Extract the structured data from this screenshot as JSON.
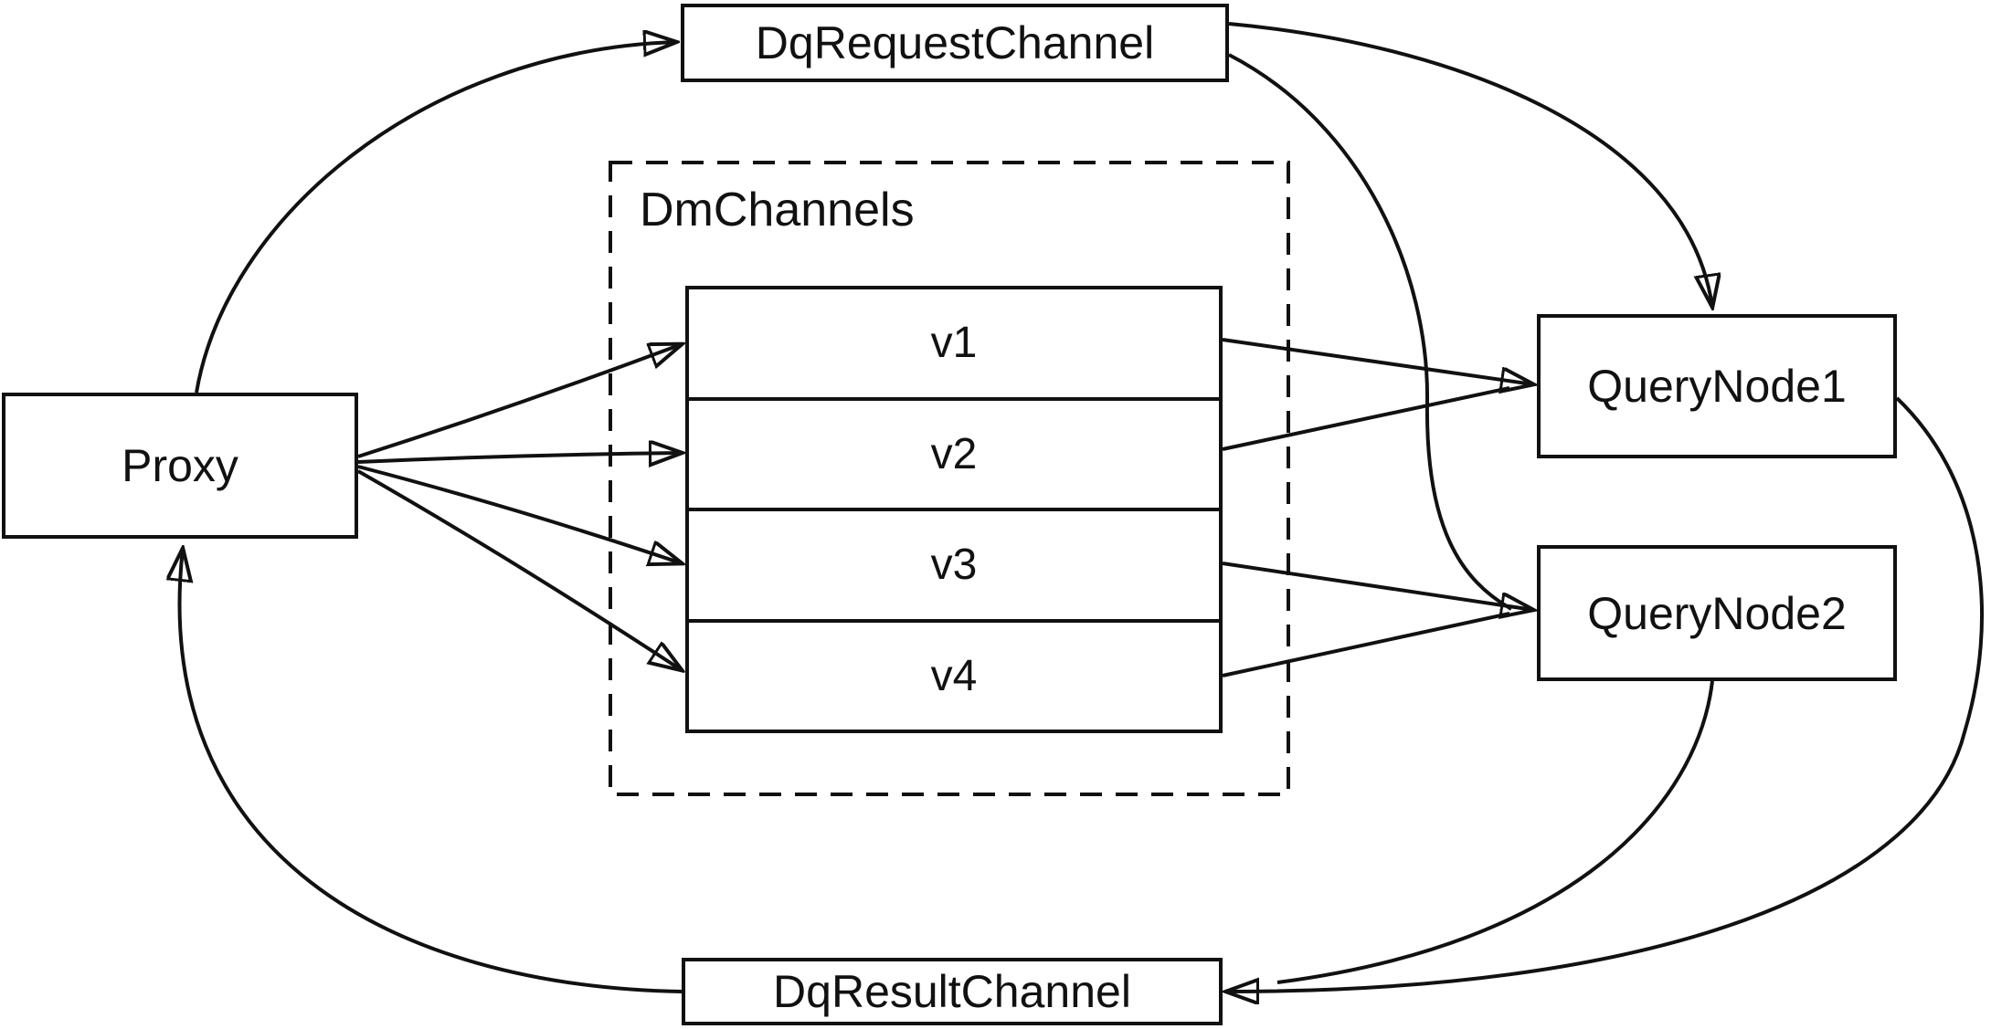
{
  "diagram": {
    "background_color": "#ffffff",
    "line_color": "#111111",
    "nodes": {
      "proxy": {
        "label": "Proxy"
      },
      "dq_request_channel": {
        "label": "DqRequestChannel"
      },
      "dm_channels_group": {
        "label": "DmChannels"
      },
      "channels": [
        {
          "label": "v1"
        },
        {
          "label": "v2"
        },
        {
          "label": "v3"
        },
        {
          "label": "v4"
        }
      ],
      "query_node_1": {
        "label": "QueryNode1"
      },
      "query_node_2": {
        "label": "QueryNode2"
      },
      "dq_result_channel": {
        "label": "DqResultChannel"
      }
    },
    "edges": [
      {
        "from": "Proxy",
        "to": "DqRequestChannel"
      },
      {
        "from": "Proxy",
        "to": "v1"
      },
      {
        "from": "Proxy",
        "to": "v2"
      },
      {
        "from": "Proxy",
        "to": "v3"
      },
      {
        "from": "Proxy",
        "to": "v4"
      },
      {
        "from": "v1",
        "to": "QueryNode1"
      },
      {
        "from": "v2",
        "to": "QueryNode1"
      },
      {
        "from": "v3",
        "to": "QueryNode2"
      },
      {
        "from": "v4",
        "to": "QueryNode2"
      },
      {
        "from": "DqRequestChannel",
        "to": "QueryNode1"
      },
      {
        "from": "DqRequestChannel",
        "to": "QueryNode2"
      },
      {
        "from": "QueryNode1",
        "to": "DqResultChannel"
      },
      {
        "from": "QueryNode2",
        "to": "DqResultChannel"
      },
      {
        "from": "DqResultChannel",
        "to": "Proxy"
      }
    ]
  }
}
